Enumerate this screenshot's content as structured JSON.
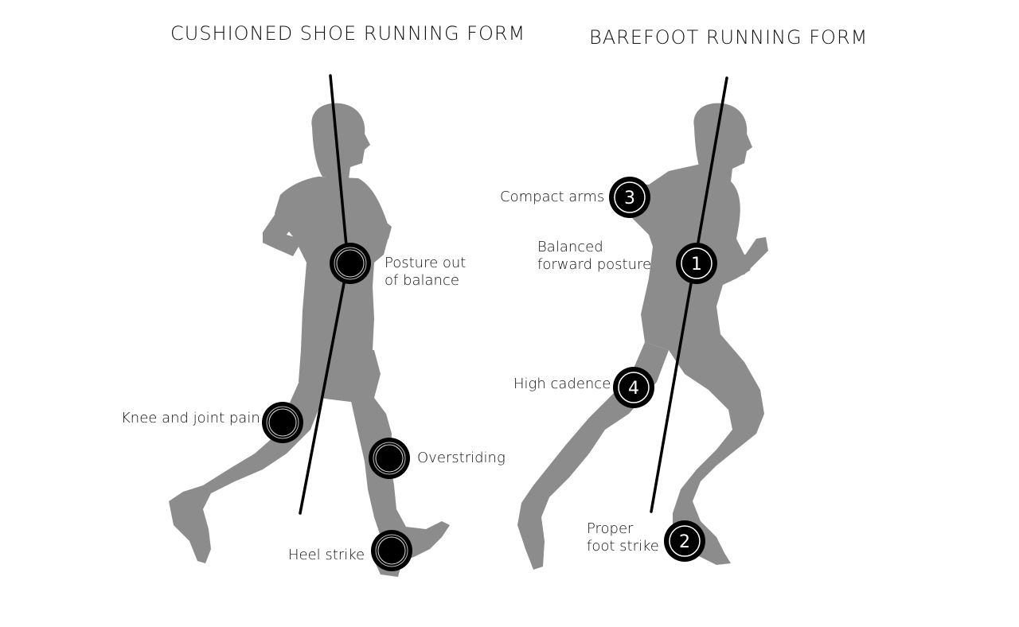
{
  "left": {
    "title": "CUSHIONED SHOE RUNNING FORM",
    "labels": {
      "posture": [
        "Posture out",
        "of balance"
      ],
      "knee": "Knee and joint pain",
      "overstriding": "Overstriding",
      "heel": "Heel strike"
    }
  },
  "right": {
    "title": "BAREFOOT RUNNING FORM",
    "labels": {
      "compact_arms": "Compact arms",
      "balanced": [
        "Balanced",
        "forward posture"
      ],
      "high_cadence": "High cadence",
      "foot_strike": [
        "Proper",
        "foot strike"
      ]
    },
    "marker_numbers": {
      "compact_arms": "3",
      "balanced": "1",
      "high_cadence": "4",
      "foot_strike": "2"
    }
  },
  "colors": {
    "silhouette": "#8c8c8c",
    "marker": "#000000",
    "line": "#000000"
  }
}
